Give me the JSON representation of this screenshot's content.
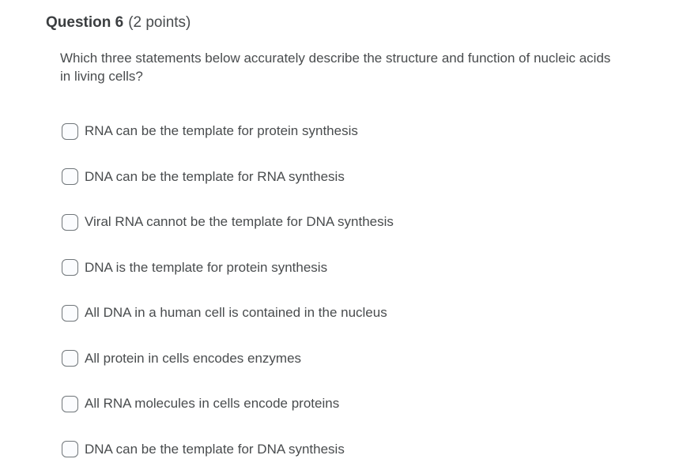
{
  "page": {
    "background": "#ffffff",
    "text_color": "#494c4e"
  },
  "question": {
    "number_label": "Question 6",
    "points_label": "(2 points)",
    "prompt": "Which three statements below accurately describe the structure and function of nucleic acids in living cells?",
    "options": [
      {
        "label": "RNA can be the template for protein synthesis",
        "checked": false
      },
      {
        "label": "DNA can be the template for RNA synthesis",
        "checked": false
      },
      {
        "label": "Viral RNA cannot be the template for DNA synthesis",
        "checked": false
      },
      {
        "label": "DNA is the template for protein synthesis",
        "checked": false
      },
      {
        "label": "All DNA in a human cell is contained in the nucleus",
        "checked": false
      },
      {
        "label": "All protein in cells encodes enzymes",
        "checked": false
      },
      {
        "label": "All RNA molecules in cells encode proteins",
        "checked": false
      },
      {
        "label": "DNA can be the template for DNA synthesis",
        "checked": false
      }
    ]
  },
  "colors": {
    "checkbox_border": "#70767a",
    "checkbox_fill": "#fbfcfe"
  }
}
